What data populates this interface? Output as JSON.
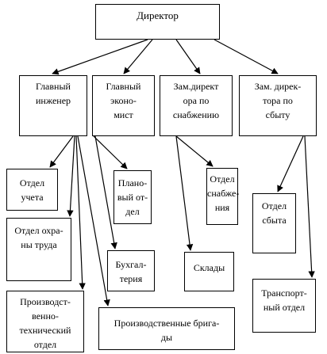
{
  "nodes": {
    "director": "Директор",
    "chief_engineer": "Главный\nинженер",
    "chief_economist": "Главный\nэконо-\nмист",
    "deputy_supply": "Зам.директ\nора по\nснабжению",
    "deputy_sales": "Зам. дирек-\nтора по\nсбыту",
    "accounting_dept": "Отдел\nучета",
    "labor_safety_dept": "Отдел охра-\nны труда",
    "production_tech_dept": "Производст-\nвенно-\nтехнический\nотдел",
    "planning_dept": "Плано-\nвый от-\nдел",
    "accounting": "Бухгал-\nтерия",
    "production_brigades": "Производственные брига-\nды",
    "supply_dept": "Отдел\nснабже-\nния",
    "warehouses": "Склады",
    "sales_dept": "Отдел\nсбыта",
    "transport_dept": "Транспорт-\nный отдел"
  }
}
